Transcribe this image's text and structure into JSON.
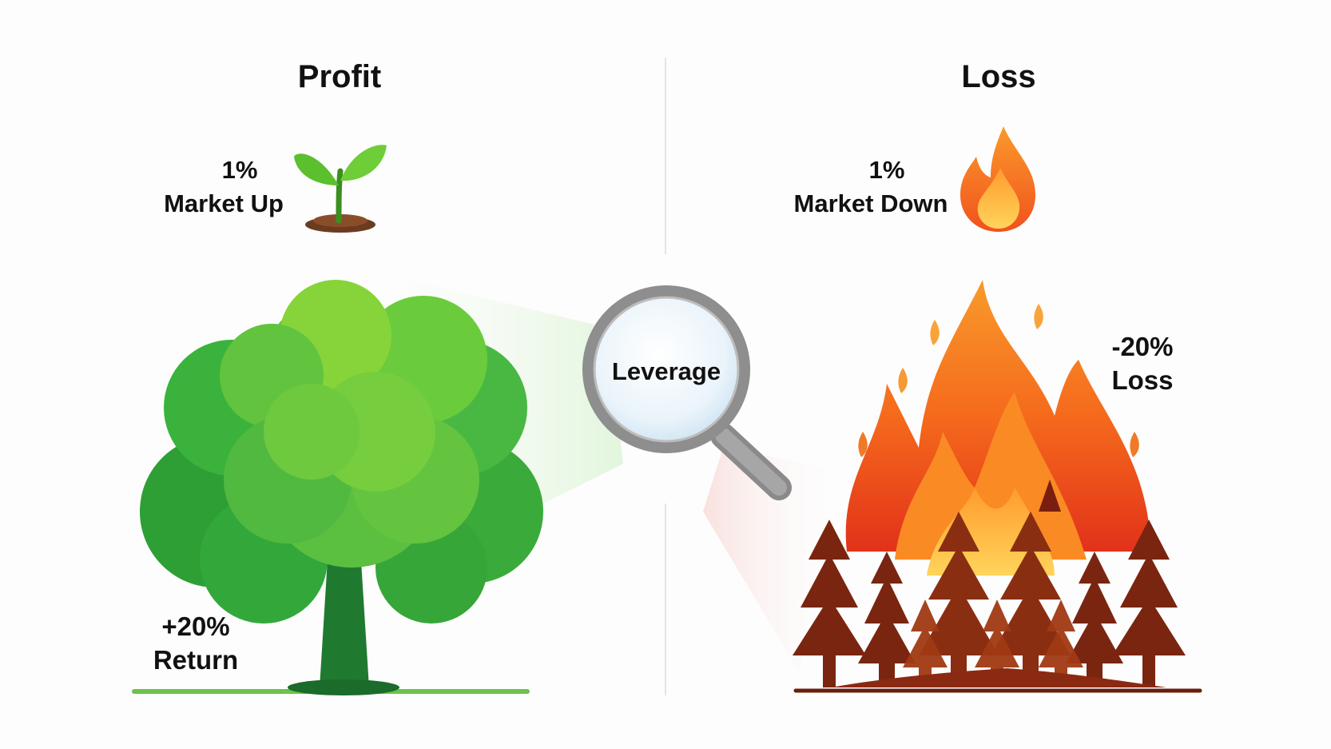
{
  "profit": {
    "title": "Profit",
    "market_percent": "1%",
    "market_label": "Market Up",
    "result_percent": "+20%",
    "result_label": "Return",
    "icons": [
      "sprout-icon",
      "tree-icon"
    ]
  },
  "loss": {
    "title": "Loss",
    "market_percent": "1%",
    "market_label": "Market Down",
    "result_percent": "-20%",
    "result_label": "Loss",
    "icons": [
      "flame-icon",
      "forest-fire-icon"
    ]
  },
  "center": {
    "label": "Leverage",
    "icon": "magnifying-glass-icon"
  },
  "colors": {
    "profit_green": "#4cae2e",
    "loss_orange": "#f56a1c",
    "divider": "#e4e4e4",
    "text": "#111111"
  }
}
